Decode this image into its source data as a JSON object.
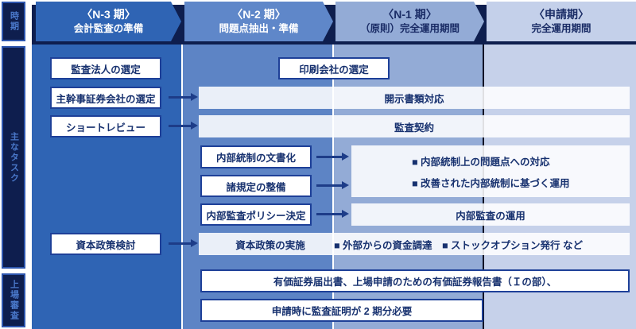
{
  "sidebar": {
    "rows": [
      {
        "label": "時期"
      },
      {
        "label": "主なタスク"
      },
      {
        "label": "上場審査"
      }
    ]
  },
  "timeline": {
    "phases": [
      {
        "line1": "〈N-3 期〉",
        "line2": "会計監査の準備"
      },
      {
        "line1": "〈N-2 期〉",
        "line2": "問題点抽出・準備"
      },
      {
        "line1": "〈N-1 期〉",
        "line2": "（原則）完全運用期間"
      },
      {
        "line1": "〈申請期〉",
        "line2": "完全運用期間"
      }
    ]
  },
  "tasks": {
    "audit_firm": "監査法人の選定",
    "printing_company": "印刷会社の選定",
    "lead_underwriter": "主幹事証券会社の選定",
    "disclosure_docs": "開示書類対応",
    "short_review": "ショートレビュー",
    "audit_contract": "監査契約",
    "ic_documentation": "内部統制の文書化",
    "regulations": "諸規定の整備",
    "ia_policy": "内部監査ポリシー決定",
    "ic_bullet1": "■ 内部統制上の問題点への対応",
    "ic_bullet2": "■ 改善された内部統制に基づく運用",
    "ia_operation": "内部監査の運用",
    "capital_policy_review": "資本政策検討",
    "capital_policy_exec": "資本政策の実施",
    "capital_policy_bullets": "■ 外部からの資金調達　■ ストックオプション発行 など",
    "securities_docs": "有価証券届出書、上場申請のための有価証券報告書（Ｉの部）、",
    "audit_certificates": "申請時に監査証明が 2 期分必要"
  },
  "colors": {
    "phase_n3": "#2f64b4",
    "phase_n2": "#5d84c5",
    "phase_n1": "#93abd6",
    "phase_apply": "#c6d1ea",
    "navy_dark": "#0e1e4e",
    "box_border": "#1e4098",
    "text_navy": "#17316f",
    "arrow": "#1d3c88"
  }
}
